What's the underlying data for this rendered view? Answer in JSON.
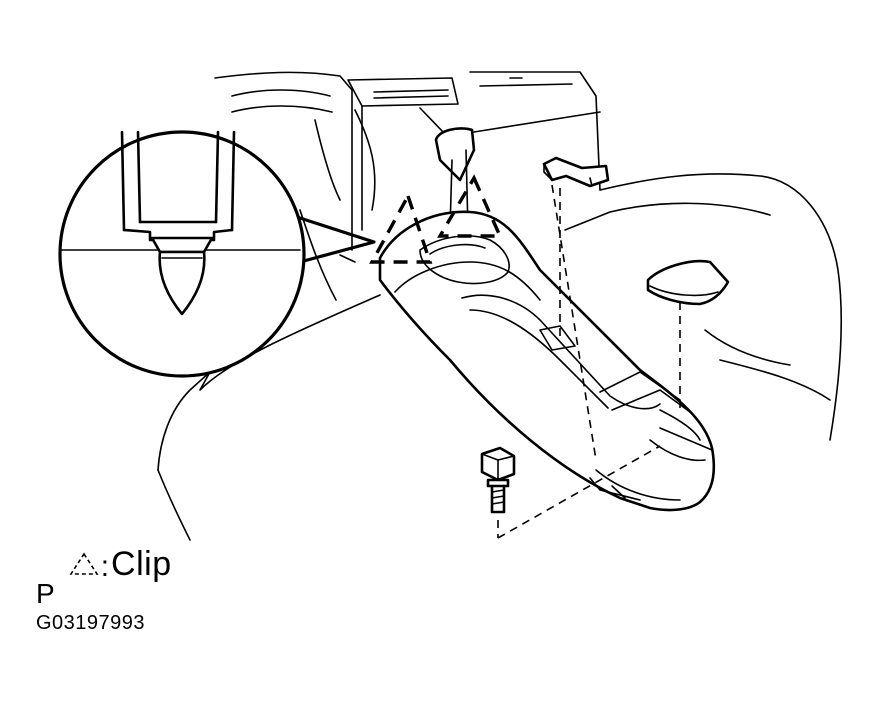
{
  "legend": {
    "prefix": "P",
    "symbol_icon": "dashed-triangle-icon",
    "separator": ":",
    "label": "Clip"
  },
  "figure_id": "G03197993",
  "colors": {
    "line": "#000000",
    "background": "#ffffff"
  }
}
